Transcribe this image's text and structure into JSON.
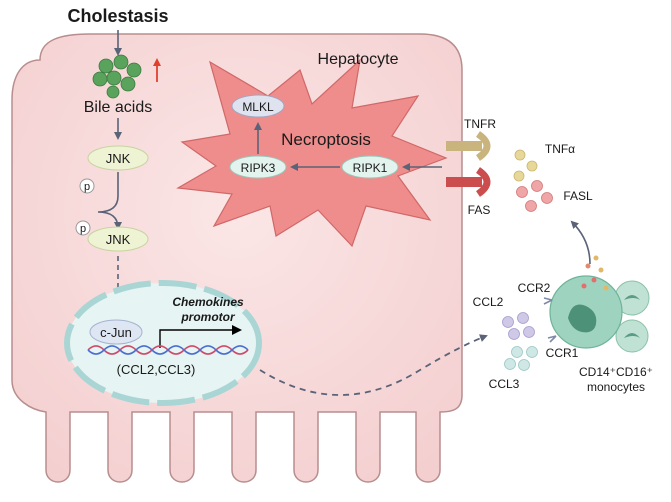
{
  "title": "Cholestasis",
  "cell_label": "Hepatocyte",
  "bile_acids": "Bile acids",
  "jnk": "JNK",
  "p": "p",
  "necroptosis": {
    "label": "Necroptosis",
    "mlkl": "MLKL",
    "ripk3": "RIPK3",
    "ripk1": "RIPK1"
  },
  "receptors": {
    "tnfr": "TNFR",
    "fas": "FAS",
    "ccr2": "CCR2",
    "ccr1": "CCR1"
  },
  "ligands": {
    "tnfa": "TNFα",
    "fasl": "FASL",
    "ccl2": "CCL2",
    "ccl3": "CCL3"
  },
  "nucleus": {
    "cjun": "c-Jun",
    "chemokines_line1": "Chemokines",
    "chemokines_line2": "promotor",
    "genes": "(CCL2,CCL3)"
  },
  "monocytes": {
    "line1": "CD14⁺CD16⁺",
    "line2": "monocytes"
  },
  "colors": {
    "cell_fill": "#f9dede",
    "cell_stroke": "#b88d8d",
    "star_fill": "#ef8d8d",
    "nucleus_fill": "#e6f4f3",
    "nucleus_stroke": "#a9d6d4",
    "bile_acid": "#5aa35c",
    "up_arrow": "#e0402c",
    "tnfr": "#c8b47c",
    "fas": "#cc4d4d",
    "monocyte": "#9ed3bf"
  }
}
